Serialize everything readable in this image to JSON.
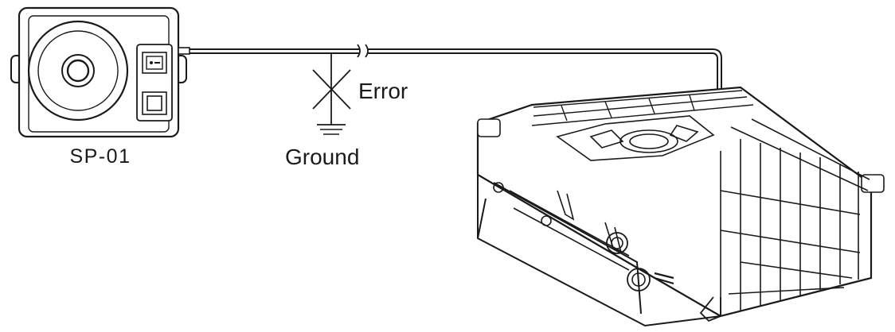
{
  "labels": {
    "speaker": "SP-01",
    "error": "Error",
    "ground": "Ground"
  },
  "icons": {
    "speaker": "speaker-icon",
    "ground": "ground-symbol-icon",
    "error_mark": "cross-mark-icon",
    "radio": "mobile-radio-icon",
    "break": "cable-break-icon"
  },
  "colors": {
    "ink": "#1a1a1a",
    "paper": "#ffffff"
  }
}
